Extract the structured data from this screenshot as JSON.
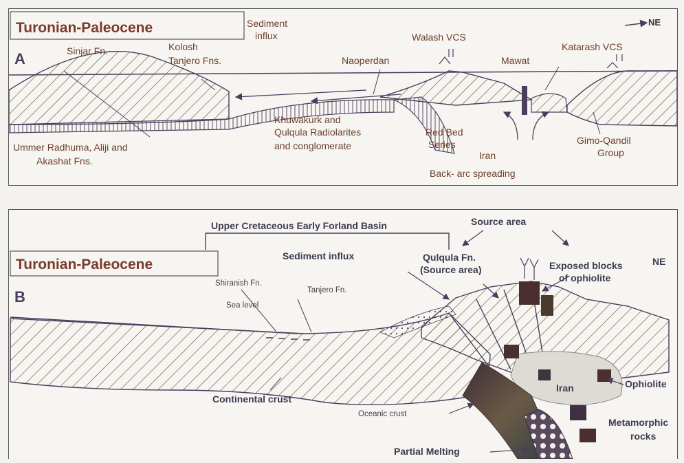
{
  "panel_a": {
    "title": "Turonian-Paleocene",
    "letter": "A",
    "direction": "NE",
    "labels": {
      "sinjar": "Sinjar Fn.",
      "kolosh_line1": "Kolosh",
      "kolosh_line2": "Tanjero Fns.",
      "sediment_line1": "Sediment",
      "sediment_line2": "influx",
      "walash": "Walash VCS",
      "naoperdan": "Naoperdan",
      "mawat": "Mawat",
      "katarash": "Katarash VCS",
      "khuwakurk_line1": "Khuwakurk and",
      "khuwakurk_line2": "Qulqula Radiolarites",
      "khuwakurk_line3": "and conglomerate",
      "redbed_line1": "Red Bed",
      "redbed_line2": "Series",
      "iran": "Iran",
      "backarc": "Back- arc spreading",
      "gimo_line1": "Gimo-Qandil",
      "gimo_line2": "Group",
      "ummer_line1": "Ummer Radhuma, Aliji and",
      "ummer_line2": "Akashat Fns."
    }
  },
  "panel_b": {
    "title": "Turonian-Paleocene",
    "letter": "B",
    "direction": "NE",
    "labels": {
      "foreland": "Upper Cretaceous Early Forland Basin",
      "source_area": "Source area",
      "sediment_influx": "Sediment influx",
      "qulqula_line1": "Qulqula Fn.",
      "qulqula_line2": "(Source area)",
      "exposed_line1": "Exposed blocks",
      "exposed_line2": "of ophiolite",
      "shiranish": "Shiranish Fn.",
      "tanjero": "Tanjero Fn.",
      "sea_level": "Sea level",
      "continental": "Continental crust",
      "oceanic": "Oceanic crust",
      "iran": "Iran",
      "ophiolite": "Ophiolite",
      "meta_line1": "Metamorphic",
      "meta_line2": "rocks",
      "partial": "Partial Melting"
    }
  },
  "colors": {
    "ink": "#4b3d5e",
    "hatch": "#5a5f3a",
    "label": "#6b3d2a"
  }
}
